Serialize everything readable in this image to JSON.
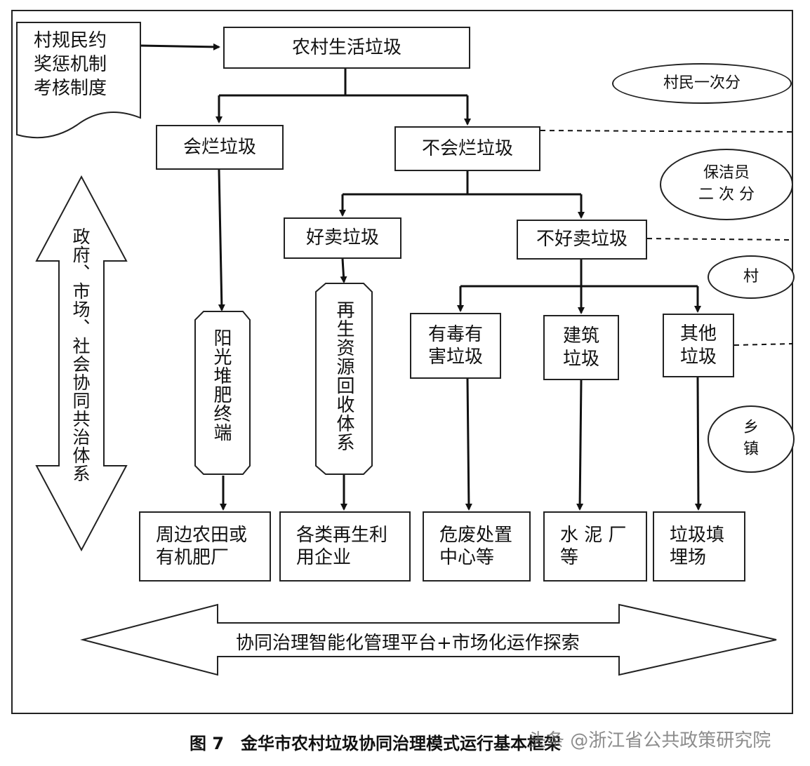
{
  "nodes": {
    "rules_doc": "村规民约\n奖惩机制\n考核制度",
    "rural_waste": "农村生活垃圾",
    "degradable": "会烂垃圾",
    "non_degradable": "不会烂垃圾",
    "sellable": "好卖垃圾",
    "unsellable": "不好卖垃圾",
    "hazardous": "有毒有\n害垃圾",
    "construction": "建筑\n垃圾",
    "other": "其他\n垃圾",
    "compost": "阳光堆肥终端",
    "recycling_system": "再生资源回收体系",
    "farmland": "周边农田或\n有机肥厂",
    "recycle_enterprise": "各类再生利\n用企业",
    "hazard_center": "危废处置\n中心等",
    "cement_plant": "水 泥 厂\n等",
    "landfill": "垃圾填\n埋场"
  },
  "side_labels": {
    "villager_sort": "村民一次分",
    "cleaner_sort": "保洁员\n二 次 分",
    "village": "村",
    "township": "乡\n镇"
  },
  "left_arrow_text": "政府、市场、社会协同共治体系",
  "bottom_arrow_text": "协同治理智能化管理平台+市场化运作探索",
  "caption": "图 7　金华市农村垃圾协同治理模式运行基本框架",
  "watermark": "头条 @浙江省公共政策研究院"
}
